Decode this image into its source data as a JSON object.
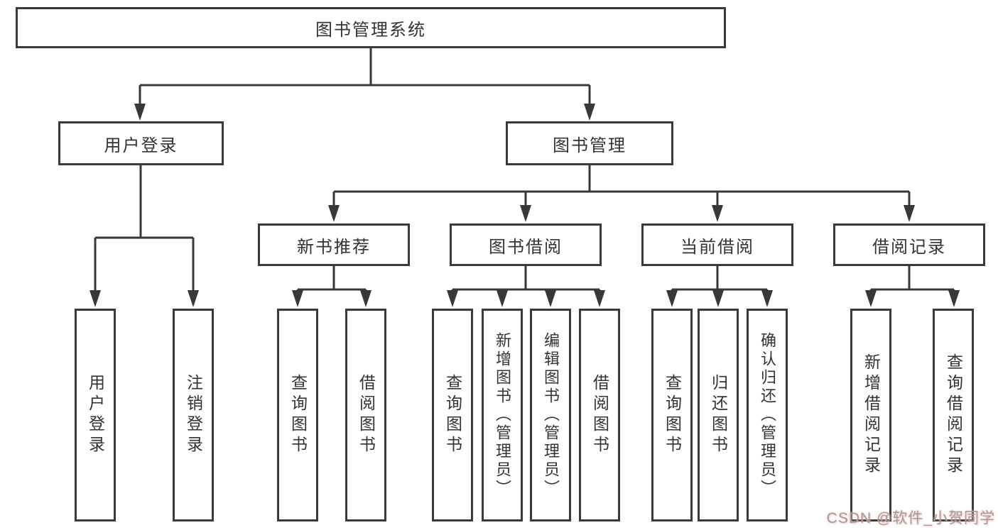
{
  "colors": {
    "background": "#ffffff",
    "line": "#383838",
    "box_border": "#3a3a3a",
    "text": "#333333",
    "watermark_text": "#9e9e9e",
    "watermark_glow": "#fa9696"
  },
  "tree": {
    "label": "图书管理系统",
    "children": [
      {
        "label": "用户登录",
        "children": [
          {
            "label": "用户登录"
          },
          {
            "label": "注销登录"
          }
        ]
      },
      {
        "label": "图书管理",
        "children": [
          {
            "label": "新书推荐",
            "children": [
              {
                "label": "查询图书"
              },
              {
                "label": "借阅图书"
              }
            ]
          },
          {
            "label": "图书借阅",
            "children": [
              {
                "label": "查询图书"
              },
              {
                "label": "新增图书（管理员）"
              },
              {
                "label": "编辑图书（管理员）"
              },
              {
                "label": "借阅图书"
              }
            ]
          },
          {
            "label": "当前借阅",
            "children": [
              {
                "label": "查询图书"
              },
              {
                "label": "归还图书"
              },
              {
                "label": "确认归还（管理员）"
              }
            ]
          },
          {
            "label": "借阅记录",
            "children": [
              {
                "label": "新增借阅记录"
              },
              {
                "label": "查询借阅记录"
              }
            ]
          }
        ]
      }
    ]
  },
  "watermark": {
    "text": "CSDN @软件_小贺同学"
  }
}
